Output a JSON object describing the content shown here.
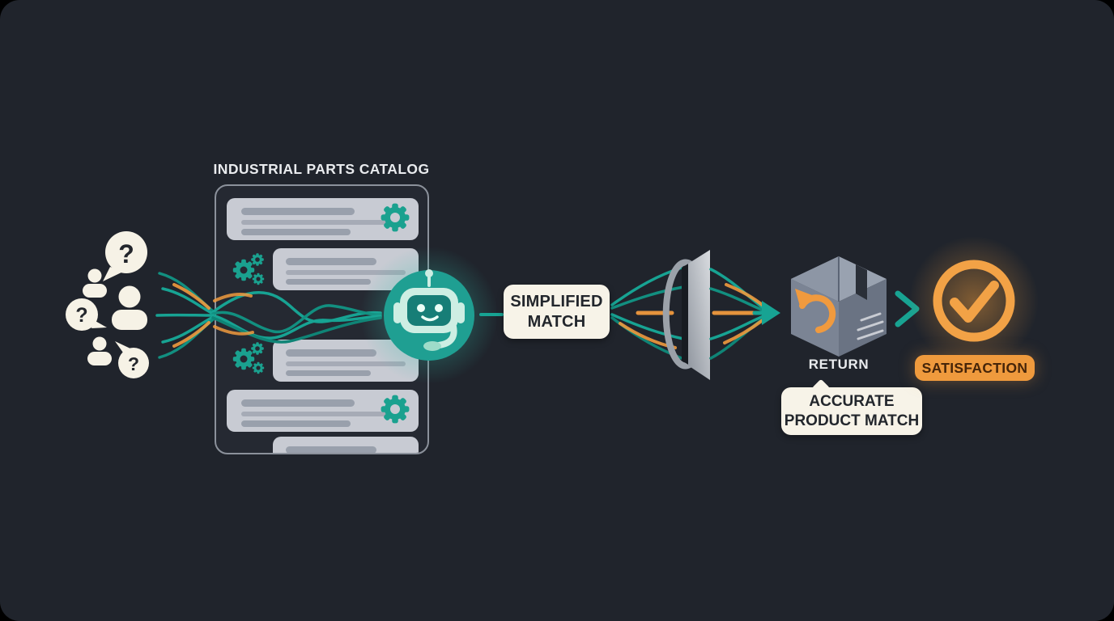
{
  "diagram": {
    "catalog": {
      "title": "INDUSTRIAL PARTS CATALOG"
    },
    "users": {
      "question_mark": "?"
    },
    "labels": {
      "simplified_match": "SIMPLIFIED MATCH",
      "return": "RETURN",
      "accurate_product_match": "ACCURATE PRODUCT MATCH",
      "satisfaction": "SATISFACTION"
    },
    "icons": [
      "question-bubble-icon",
      "person-icon",
      "gear-icon",
      "robot-assistant-icon",
      "lens-filter-icon",
      "flow-arrow-icon",
      "return-package-icon",
      "chevron-right-icon",
      "check-circle-icon"
    ],
    "colors": {
      "background": "#20242c",
      "outer_background": "#000000",
      "teal": "#16a192",
      "orange": "#f09a3e",
      "cream": "#f7f3e8",
      "card_grey": "#c8cbd3",
      "panel_border": "#8b919b",
      "package_grey": "#7b8494",
      "text_dark": "#22262c",
      "text_light": "#e9ebee",
      "satisfaction_text": "#462509"
    }
  }
}
